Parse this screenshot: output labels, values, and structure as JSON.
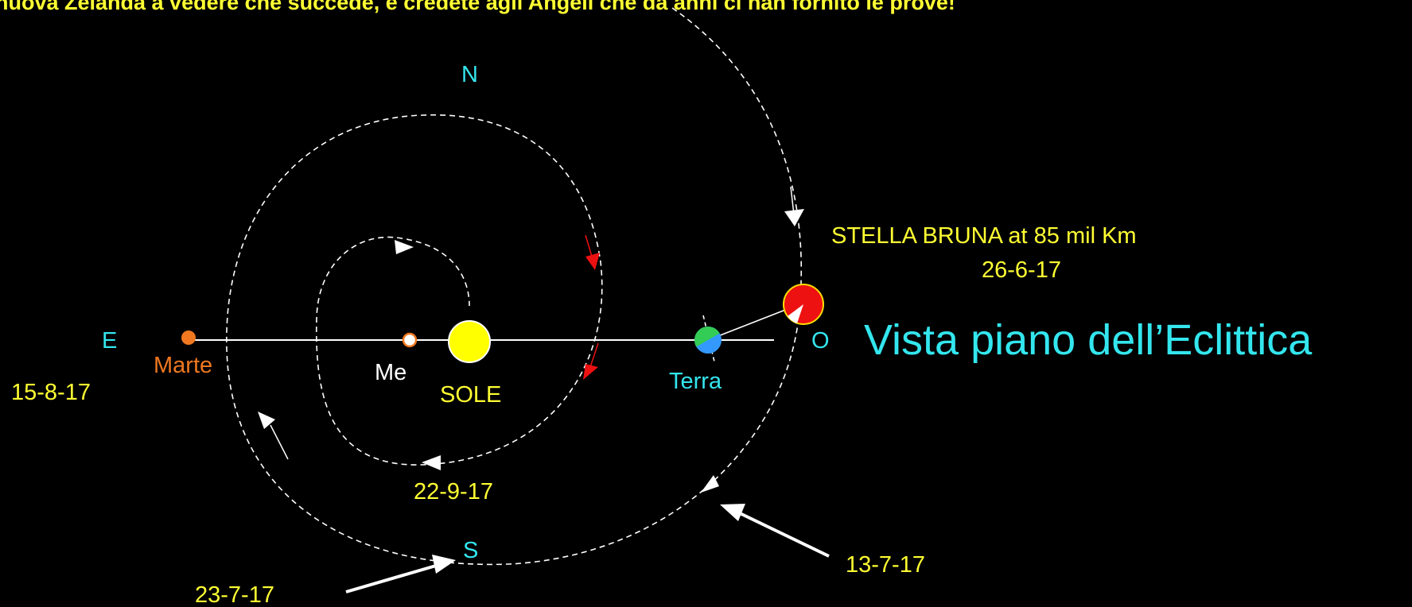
{
  "header": {
    "text": "nuova Zelanda a vedere che succede, e credete agli Angeli che da anni ci han fornito le prove!"
  },
  "compass": {
    "north": "N",
    "south": "S",
    "east": "E",
    "west": "O"
  },
  "bodies": {
    "sun": "SOLE",
    "mercury": "Me",
    "mars": "Marte",
    "earth": "Terra"
  },
  "stella": {
    "title": "STELLA BRUNA at 85 mil Km",
    "date": "26-6-17"
  },
  "view_title": "Vista piano dell’Eclittica",
  "dates": {
    "d_15_8": "15-8-17",
    "d_22_9": "22-9-17",
    "d_23_7": "23-7-17",
    "d_13_7": "13-7-17"
  },
  "colors": {
    "background": "#000000",
    "label_yellow": "#ffff33",
    "label_cyan": "#33e6ee",
    "mars_orange": "#f07820",
    "sun_yellow": "#ffff00",
    "earth_green": "#33cc55",
    "earth_blue": "#3399ff",
    "stella_red": "#ee1111",
    "arrow_red": "#ee1111",
    "line_white": "#ffffff"
  }
}
